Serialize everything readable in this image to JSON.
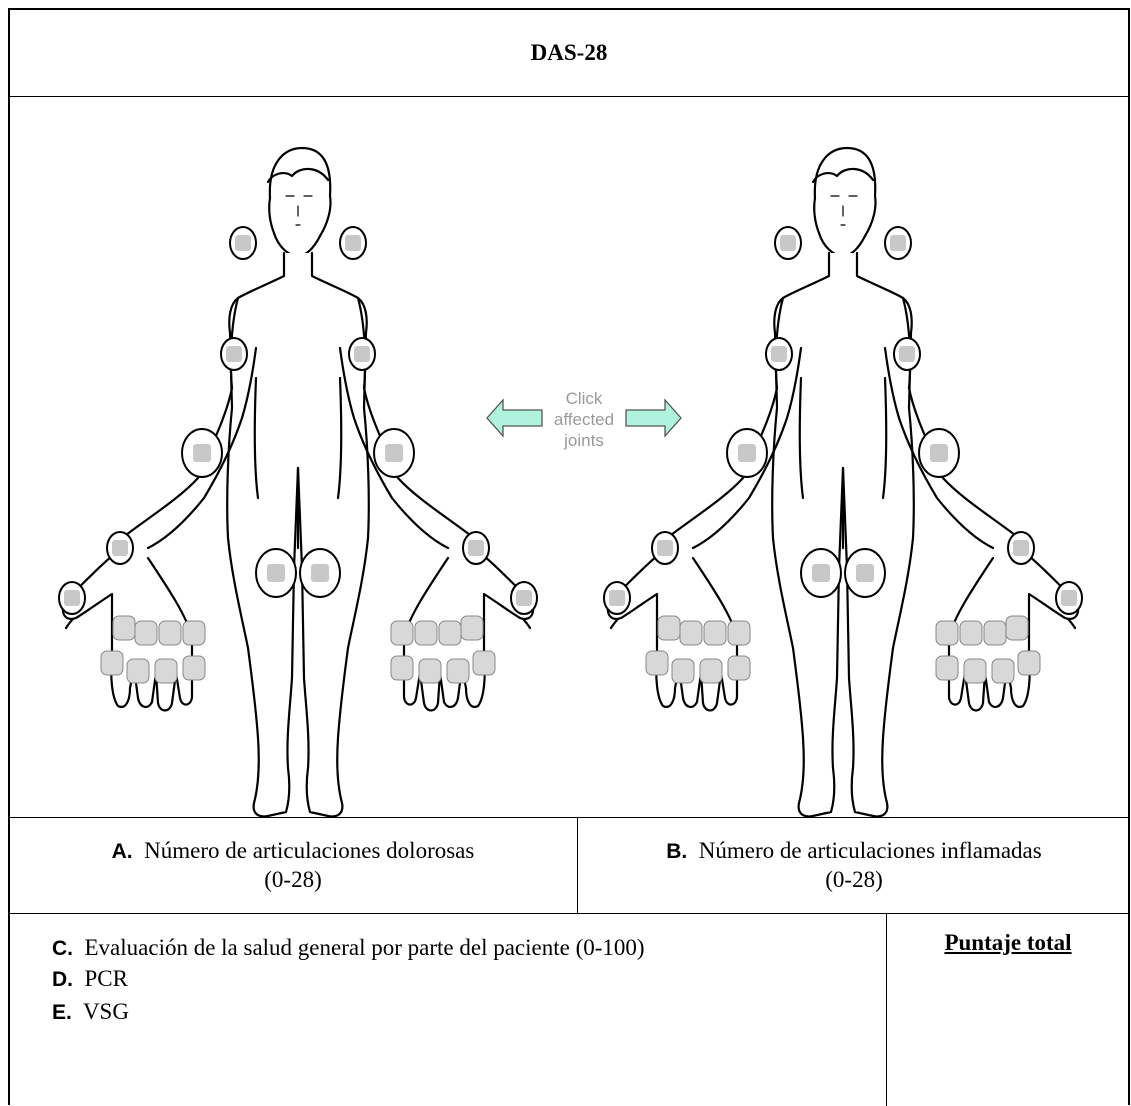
{
  "title": "DAS-28",
  "hint": {
    "line1": "Click",
    "line2": "affected",
    "line3": "joints"
  },
  "colors": {
    "arrow_fill": "#aff2de",
    "joint_fill": "#d8d8d8",
    "joint_square": "#c8c8c8"
  },
  "icons": [
    "left-arrow-icon",
    "right-arrow-icon",
    "joint-marker-icon"
  ],
  "section_a": {
    "letter": "A.",
    "text": "Número de articulaciones dolorosas",
    "range": "(0-28)"
  },
  "section_b": {
    "letter": "B.",
    "text": "Número de articulaciones inflamadas",
    "range": "(0-28)"
  },
  "section_c": {
    "letter": "C.",
    "text": "Evaluación de la salud general por parte del paciente (0-100)"
  },
  "section_d": {
    "letter": "D.",
    "text": "PCR"
  },
  "section_e": {
    "letter": "E.",
    "text": "VSG"
  },
  "total_label": "Puntaje total"
}
